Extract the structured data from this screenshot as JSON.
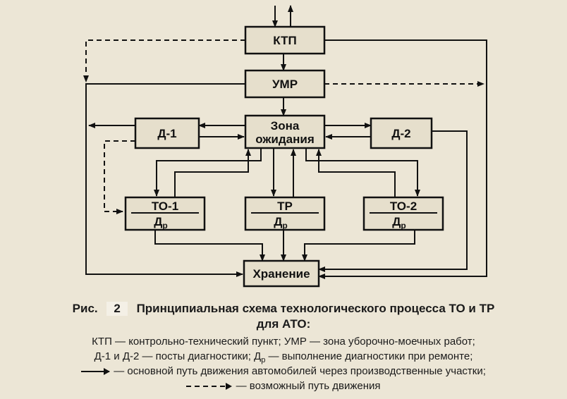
{
  "boxes": {
    "ktp": "КТП",
    "umr": "УМР",
    "zone_line1": "Зона",
    "zone_line2": "ожидания",
    "d1": "Д-1",
    "d2": "Д-2",
    "to1": "ТО-1",
    "tr": "ТР",
    "to2": "ТО-2",
    "dp_letter": "Д",
    "dp_sub": "р",
    "storage": "Хранение"
  },
  "caption": {
    "prefix": "Рис.",
    "number": "2",
    "title_line1": "Принципиальная схема технологического процесса ТО и ТР",
    "title_line2": "для АТО:"
  },
  "legend": {
    "line1": "КТП — контрольно-технический пункт; УМР — зона уборочно-моечных работ;",
    "line2_a": "Д-1 и Д-2 — посты диагностики; Д",
    "line2_sub": "р",
    "line2_b": " — выполнение диагностики при ремонте;",
    "line3": " — основной путь движения автомобилей через производственные участки;",
    "line4": " — возможный путь движения"
  }
}
